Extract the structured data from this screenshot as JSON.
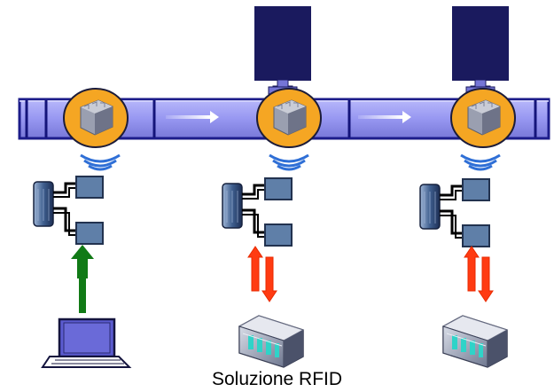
{
  "caption": "Soluzione RFID",
  "colors": {
    "belt_fill": "#9d9df6",
    "belt_stroke": "#1c1c8a",
    "station_box": "#1a1a5e",
    "tag_orange": "#f5a623",
    "wave_blue": "#2f6fd6",
    "arrow_green": "#117a16",
    "arrow_red": "#ff3b12",
    "reader_blue": "#5f7fa8"
  },
  "stations": [
    {
      "name": "station-1",
      "has_overhead_box": false,
      "arrow": "up",
      "terminal": "laptop-icon"
    },
    {
      "name": "station-2",
      "has_overhead_box": true,
      "arrow": "bidirectional",
      "terminal": "plc-rack-icon"
    },
    {
      "name": "station-3",
      "has_overhead_box": true,
      "arrow": "bidirectional",
      "terminal": "plc-rack-icon"
    }
  ]
}
